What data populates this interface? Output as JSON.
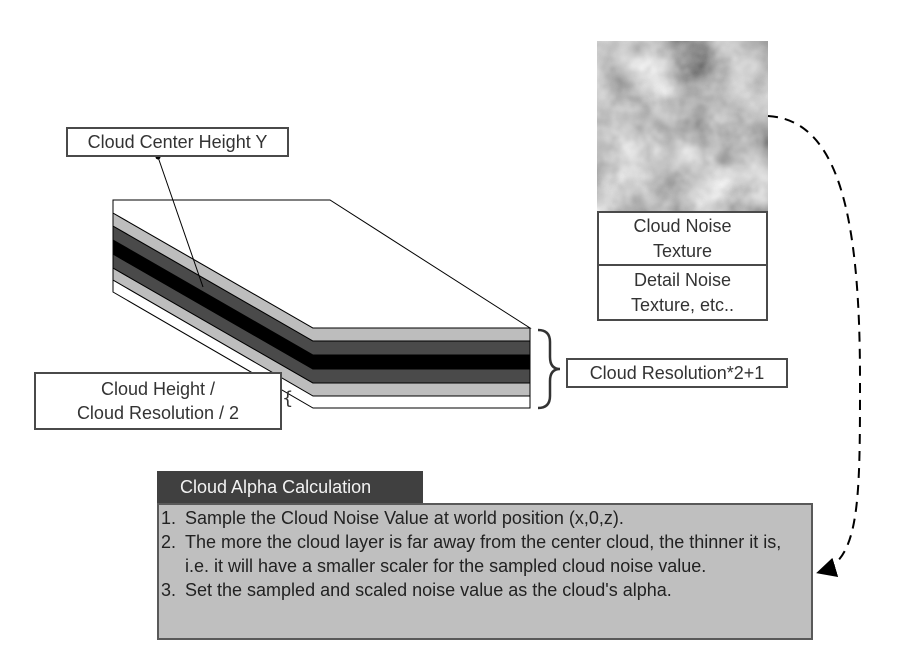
{
  "labels": {
    "cloud_center_height": "Cloud Center Height Y",
    "cloud_height_line1": "Cloud Height /",
    "cloud_height_line2": "Cloud Resolution / 2",
    "cloud_resolution": "Cloud Resolution*2+1",
    "small_brace": "{"
  },
  "textures": {
    "noise_line1": "Cloud Noise",
    "noise_line2": "Texture",
    "detail_line1": "Detail Noise",
    "detail_line2": "Texture, etc.."
  },
  "calculation": {
    "title": "Cloud Alpha Calculation",
    "steps": [
      {
        "num": "1.",
        "text": "Sample the Cloud Noise Value at world position (x,0,z)."
      },
      {
        "num": "2.",
        "text": "The more the cloud layer is far away from the center cloud, the thinner it is, i.e. it will have a smaller scaler for the sampled cloud noise value."
      },
      {
        "num": "3.",
        "text": "Set the sampled and scaled noise value as the cloud's alpha."
      }
    ]
  },
  "colors": {
    "layer_white": "#ffffff",
    "layer_light_gray": "#bdbdbd",
    "layer_dark_gray": "#4a4a4a",
    "layer_black": "#000000",
    "header_bg": "#404040",
    "body_bg": "#bfbfbf"
  }
}
